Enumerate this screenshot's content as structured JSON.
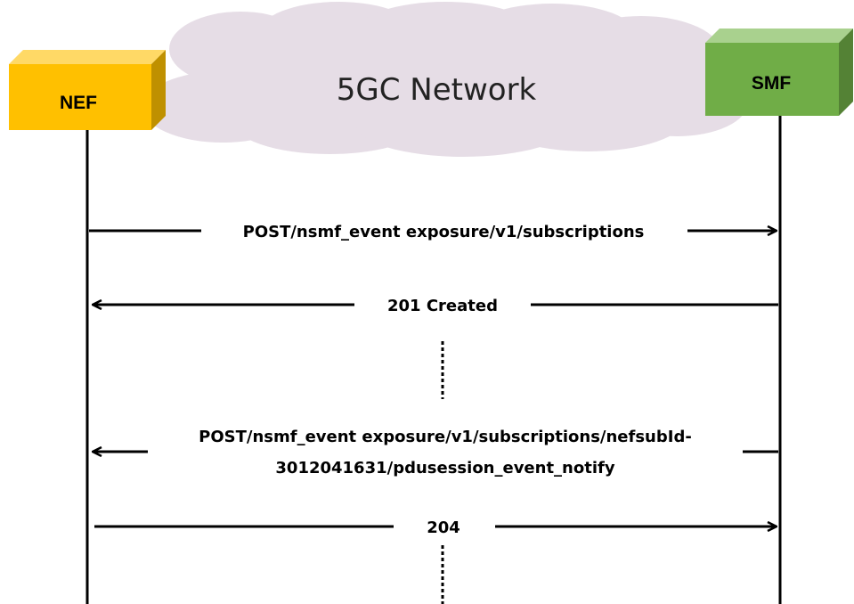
{
  "network": {
    "title": "5GC Network"
  },
  "participants": {
    "left": {
      "label": "NEF",
      "color": "#FFC000"
    },
    "right": {
      "label": "SMF",
      "color": "#70AD47"
    }
  },
  "messages": [
    {
      "direction": "right",
      "label": "POST/nsmf_event exposure/v1/subscriptions"
    },
    {
      "direction": "left",
      "label": "201 Created"
    },
    {
      "direction": "left",
      "label_line1": "POST/nsmf_event exposure/v1/subscriptions/nefsubId-",
      "label_line2": "3012041631/pdusession_event_notify"
    },
    {
      "direction": "right",
      "label": "204"
    }
  ],
  "colors": {
    "cloud": "#E6DDE6",
    "line": "#000000"
  }
}
